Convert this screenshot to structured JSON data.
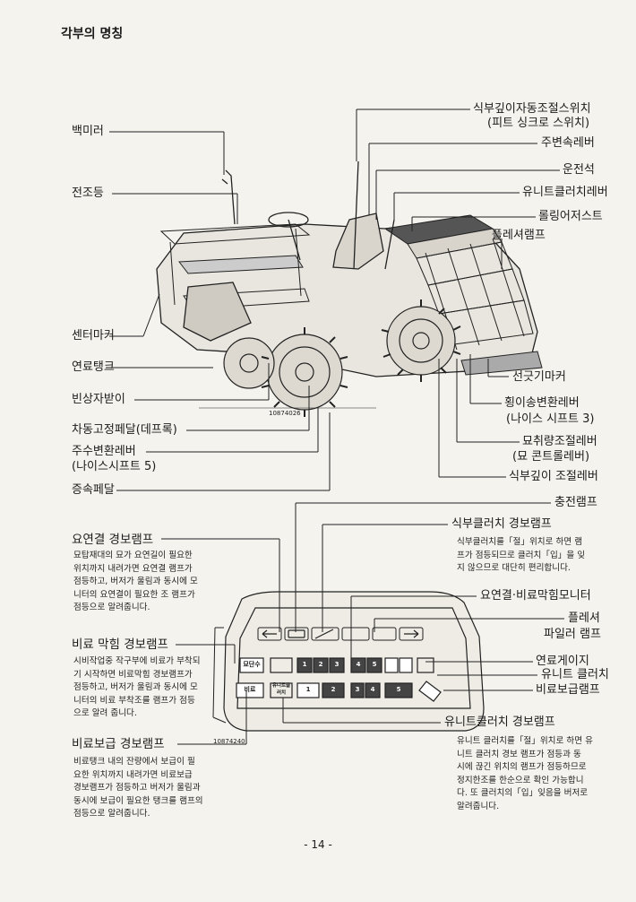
{
  "header": "각부의 명칭",
  "page_number": "- 14 -",
  "tractor": {
    "figure_code": "10874026",
    "left_labels": [
      "백미러",
      "전조등",
      "센터마커",
      "연료탱크",
      "빈상자받이",
      "차동고정페달(데프록)",
      "주수변환레버",
      "(나이스시프트 5)",
      "증속페달"
    ],
    "right_labels": [
      "식부깊이자동조절스위치",
      "(피트 싱크로 스위치)",
      "주변속레버",
      "운전석",
      "유니트클러치레버",
      "롤링어저스트",
      "플레셔램프",
      "선긋기마커",
      "횡이송변환레버",
      "(나이스 시프트 3)",
      "묘취량조절레버",
      "(묘 콘트롤레버)",
      "식부깊이 조절레버"
    ]
  },
  "panel": {
    "figure_code": "10874240",
    "right_labels": [
      "충전램프",
      "식부클러치 경보램프",
      "요연결·비료막힘모니터",
      "플레셔",
      "파일러 램프",
      "연료게이지",
      "유니트 클러치",
      "비료보급램프",
      "유니트클러치 경보램프"
    ],
    "keys": {
      "dansu": "묘단수",
      "hour": "비료",
      "unit": "유니트클러치",
      "nums_top": [
        "1",
        "2",
        "3",
        "4",
        "5"
      ],
      "nums_bottom": [
        "1",
        "2",
        "3",
        "4",
        "5"
      ]
    },
    "sections": [
      {
        "title": "요연결 경보램프",
        "text": "묘탑재대의 묘가 요연길이 필요한\n위치까지 내려가면 요연결 램프가\n점등하고, 버저가 울림과 동시에 모\n니터의 요연결이 필요한 조 램프가\n점등으로 알려줍니다."
      },
      {
        "title": "비료 막힘 경보램프",
        "text": "시비작업중 작구부에 비료가 부착되\n기 시작하면 비료막힘 경보램프가\n점등하고, 버저가 울림과 동시에 모\n니터의 비료 부착조를 램프가 점등\n으로 알려 줍니다."
      },
      {
        "title": "비료보급 경보램프",
        "text": "비료탱크 내의 잔량에서 보급이 필\n요한 위치까지 내려가면 비료보급\n경보램프가 점등하고 버저가 울림과\n동시에 보급이 필요한 탱크를 램프의\n점등으로 알려줍니다."
      }
    ],
    "notes": [
      {
        "text": "식부클러치를「절」위치로 하면 램\n프가 점등되므로 클러치「입」을 잊\n지 않으므로 대단히 편리합니다."
      },
      {
        "text": "유니트 클러치를「절」위치로 하면 유\n니트 클러치 경보 램프가 점등과 동\n시에 끊긴 위치의 램프가 점등하므로\n정지한조를 한순으로 확인 가능합니\n다. 또 클러치의「입」잊음을 버저로\n알려줍니다."
      }
    ]
  }
}
